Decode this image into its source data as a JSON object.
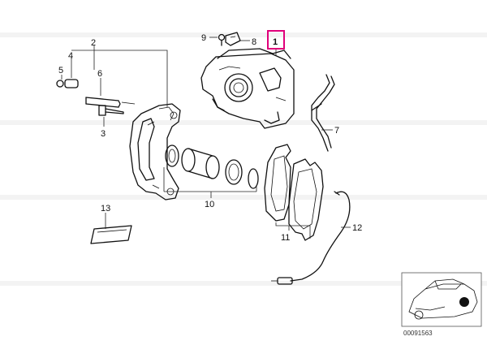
{
  "callouts": {
    "c1": "1",
    "c2": "2",
    "c3": "3",
    "c4": "4",
    "c5": "5",
    "c6": "6",
    "c7": "7",
    "c8": "8",
    "c9": "9",
    "c10": "10",
    "c11": "11",
    "c12": "12",
    "c13": "13"
  },
  "highlighted_callout": "1",
  "highlight_color": "#e0007a",
  "catalog_number": "00091563"
}
